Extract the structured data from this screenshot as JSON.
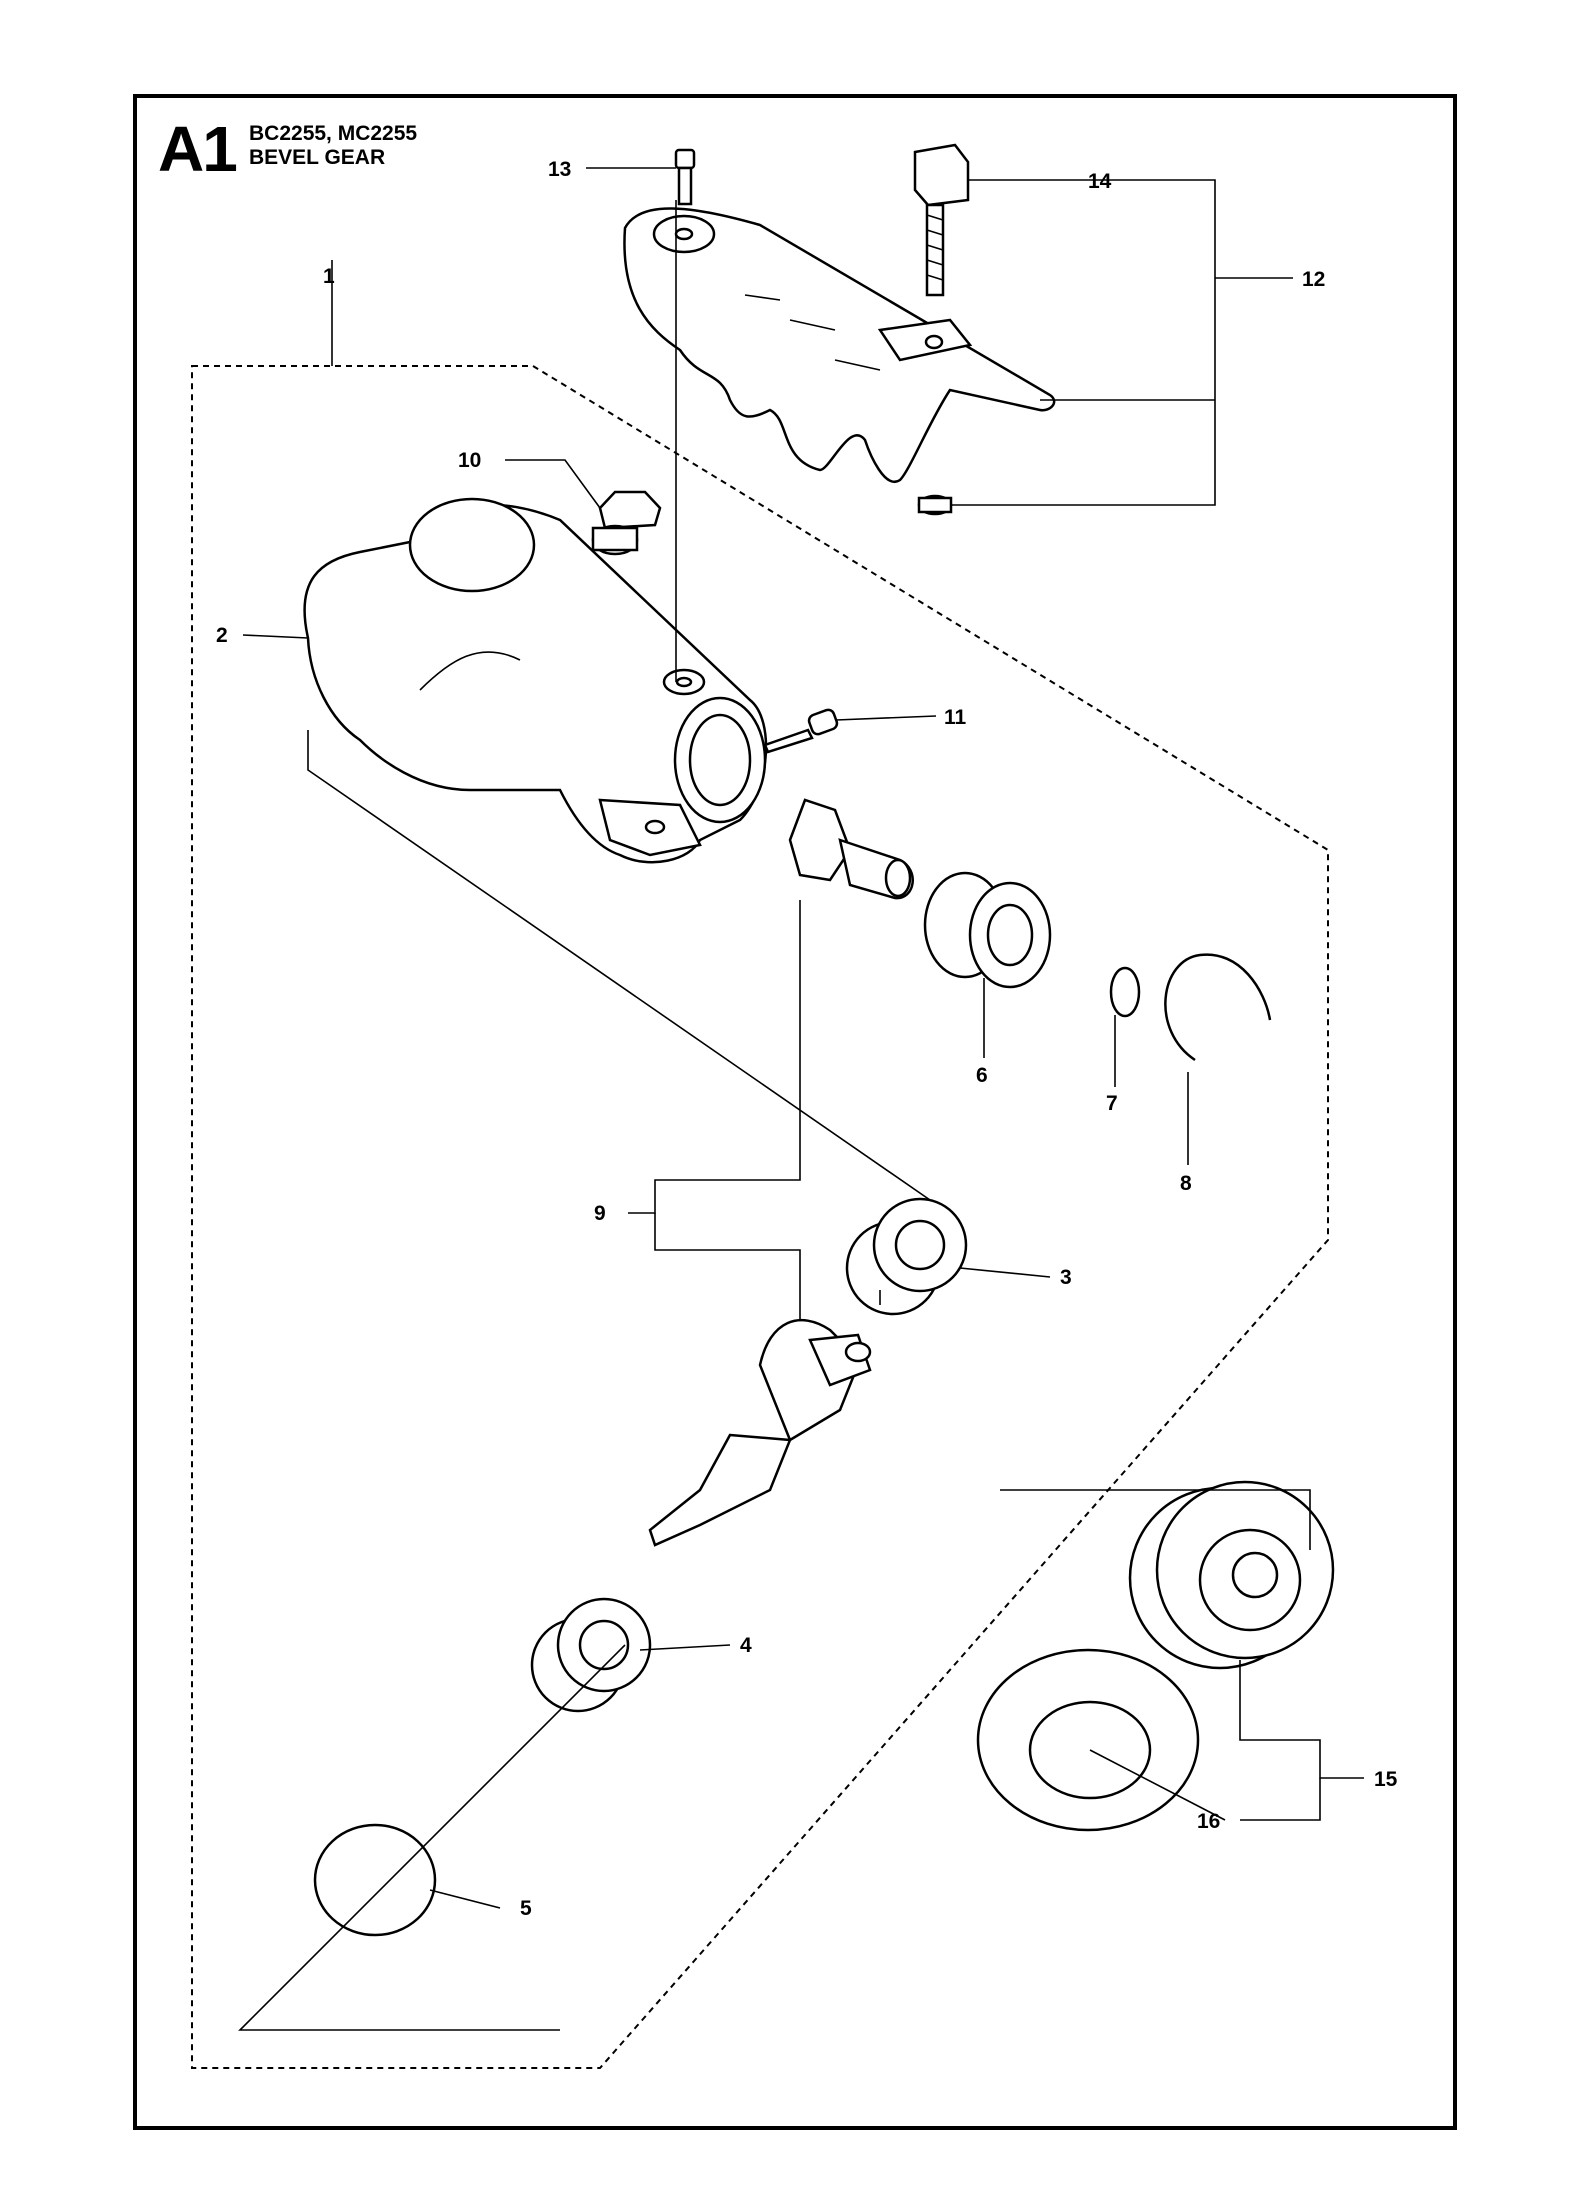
{
  "header": {
    "section_code": "A1",
    "models": "BC2255, MC2255",
    "title": "BEVEL GEAR"
  },
  "callouts": [
    "1",
    "2",
    "3",
    "4",
    "5",
    "6",
    "7",
    "8",
    "9",
    "10",
    "11",
    "12",
    "13",
    "14",
    "15",
    "16"
  ]
}
